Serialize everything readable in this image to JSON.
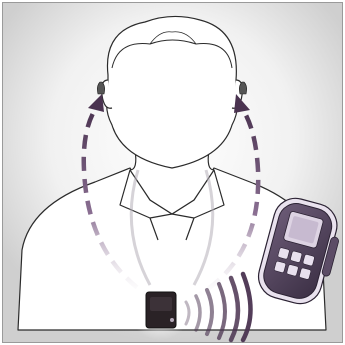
{
  "colors": {
    "background": "#ffffff",
    "frame": "#9a9a9a",
    "halo": "#d9d9d9",
    "outline": "#2b2b2b",
    "arrow": "#4a3350",
    "arrow_fade": "#c9bccd",
    "waves": "#4a3350",
    "receiver_body": "#2a2226",
    "remote_body": "#4b3d55",
    "remote_screen": "#ddd3e3",
    "remote_buttons": "#e8e0ee"
  },
  "elements": {
    "person": "person-outline",
    "hearing_aids": "hearing-aid-icon",
    "neckloop": "neckloop-cord",
    "receiver": "streamer-receiver-device",
    "arrows": "signal-arrow",
    "waves": "wireless-wave-arcs",
    "remote": "remote-control-device"
  }
}
